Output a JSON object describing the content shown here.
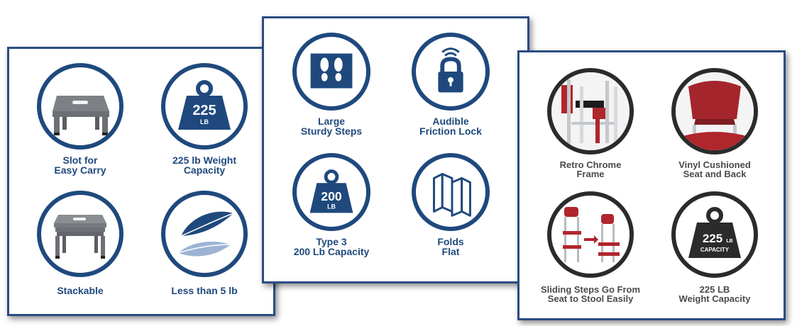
{
  "colors": {
    "border": "#2a4d82",
    "accent": "#1f497d",
    "grey_text": "#4a4a4a",
    "stool_red": "#b0262d"
  },
  "panel1": {
    "features": [
      {
        "icon": "step-stool-icon",
        "label": "Slot for\nEasy Carry"
      },
      {
        "icon": "weight-icon",
        "weight_value": "225",
        "weight_unit": "LB",
        "label": "225 lb Weight\nCapacity"
      },
      {
        "icon": "stacked-stools-icon",
        "label": "Stackable"
      },
      {
        "icon": "feather-icon",
        "label": "Less than 5 lb"
      }
    ]
  },
  "panel2": {
    "features": [
      {
        "icon": "footprints-icon",
        "label": "Large\nSturdy Steps"
      },
      {
        "icon": "lock-icon",
        "label": "Audible\nFriction Lock"
      },
      {
        "icon": "weight-icon",
        "weight_value": "200",
        "weight_unit": "LB",
        "label": "Type 3\n200 Lb Capacity"
      },
      {
        "icon": "folded-paper-icon",
        "label": "Folds\nFlat"
      }
    ]
  },
  "panel3": {
    "features": [
      {
        "icon": "chrome-frame-icon",
        "label": "Retro Chrome\nFrame"
      },
      {
        "icon": "seat-back-icon",
        "label": "Vinyl Cushioned\nSeat and Back"
      },
      {
        "icon": "sliding-steps-icon",
        "label": "Sliding Steps Go From\nSeat to Stool Easily"
      },
      {
        "icon": "weight-icon",
        "weight_value": "225",
        "weight_unit": "LB",
        "weight_caption": "CAPACITY",
        "label": "225 LB\nWeight Capacity"
      }
    ]
  }
}
